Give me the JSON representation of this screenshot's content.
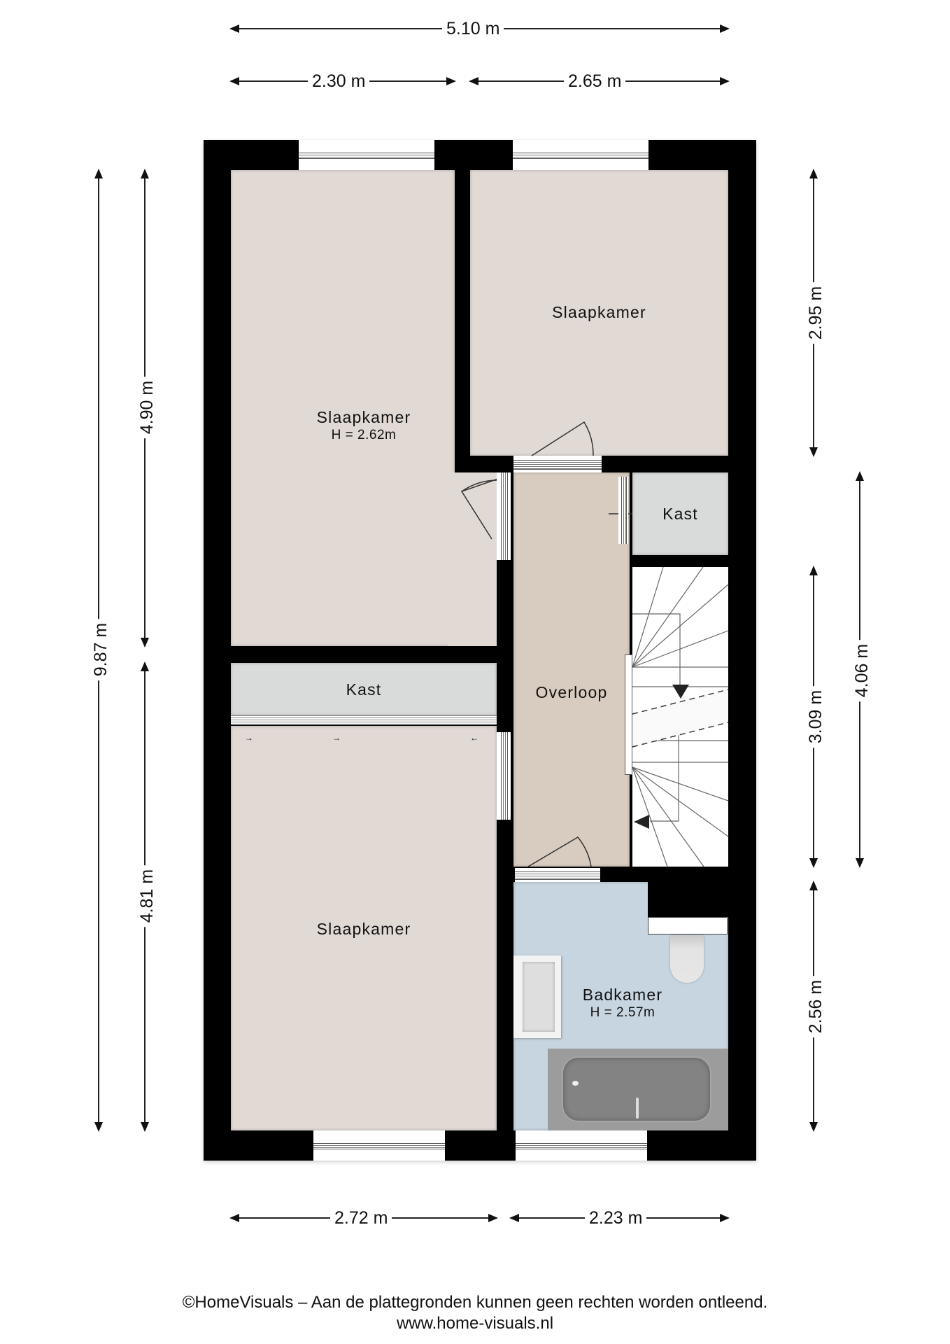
{
  "dimensions": {
    "top_total": "5.10 m",
    "top_left": "2.30 m",
    "top_right": "2.65 m",
    "bottom_left": "2.72 m",
    "bottom_right": "2.23 m",
    "left_total": "9.87 m",
    "left_upper": "4.90 m",
    "left_lower": "4.81 m",
    "right_upper": "2.95 m",
    "right_middle": "3.09 m",
    "right_lower": "2.56 m",
    "right_stair": "4.06 m"
  },
  "rooms": {
    "bedroom_top_left": {
      "name": "Slaapkamer",
      "height": "H = 2.62m"
    },
    "bedroom_top_right": {
      "name": "Slaapkamer"
    },
    "bedroom_bottom_left": {
      "name": "Slaapkamer"
    },
    "closet_left": {
      "name": "Kast"
    },
    "closet_right": {
      "name": "Kast"
    },
    "landing": {
      "name": "Overloop"
    },
    "bathroom": {
      "name": "Badkamer",
      "height": "H = 2.57m"
    }
  },
  "colors": {
    "wall": "#000000",
    "bedroom_floor": "#e1d9d4",
    "landing_floor": "#d8ccc0",
    "closet_floor": "#d9dbdb",
    "bathroom_floor": "#c7d5e0"
  },
  "footer": {
    "disclaimer": "©HomeVisuals – Aan de plattegronden kunnen geen rechten worden ontleend.",
    "website": "www.home-visuals.nl"
  }
}
